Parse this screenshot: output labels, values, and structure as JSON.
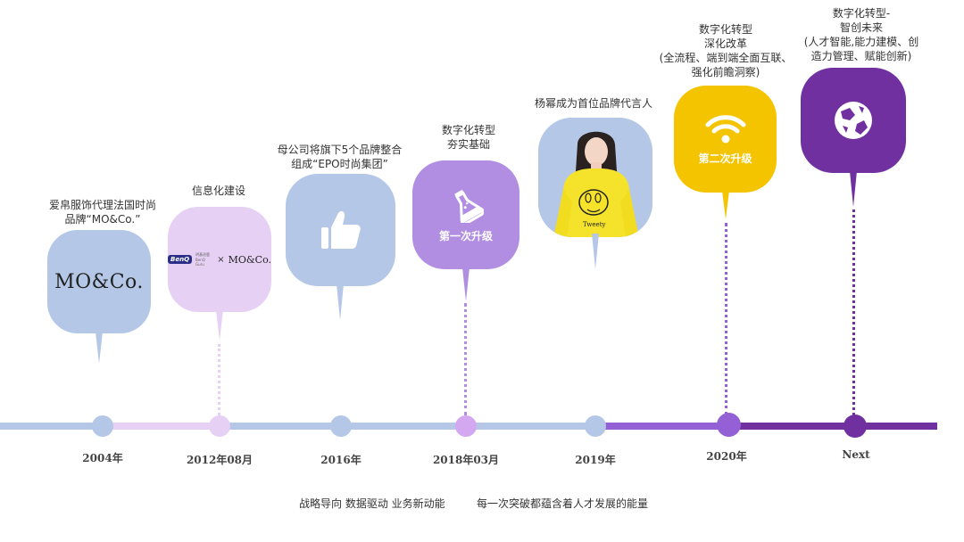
{
  "milestones": [
    {
      "year": "2004年",
      "caption": [
        "爱帛服饰代理法国时尚",
        "品牌“MO&Co.”"
      ],
      "logo_text": "MO&Co."
    },
    {
      "year": "2012年08月",
      "caption": [
        "信息化建设"
      ],
      "partner_logo": "BenQ",
      "partner_sub": "明基逐鹿 BenQ Guru",
      "cross": "×",
      "logo_text": "MO&Co."
    },
    {
      "year": "2016年",
      "caption": [
        "母公司将旗下5个品牌整合",
        "组成“EPO时尚集团”"
      ],
      "icon": "thumbs-up-icon"
    },
    {
      "year": "2018年03月",
      "caption": [
        "数字化转型",
        "夯实基础"
      ],
      "icon": "flask-icon",
      "label": "第一次升级"
    },
    {
      "year": "2019年",
      "caption": [
        "杨幂成为首位品牌代言人"
      ],
      "image": "spokesperson-photo",
      "shirt_text": "Tweety"
    },
    {
      "year": "2020年",
      "caption": [
        "数字化转型",
        "深化改革",
        "(全流程、端到端全面互联、",
        "强化前瞻洞察)"
      ],
      "icon": "wifi-icon",
      "label": "第二次升级"
    },
    {
      "year": "Next",
      "caption": [
        "数字化转型-",
        "智创未来",
        "(人才智能,能力建模、创",
        "造力管理、赋能创新)"
      ],
      "icon": "globe-icon"
    }
  ],
  "slogan": {
    "left": "战略导向  数据驱动  业务新动能",
    "right": "每一次突破都蕴含着人才发展的能量"
  },
  "colors": {
    "blue": "#b4c7e7",
    "lavender": "#e6d1f5",
    "purple_light": "#b18ee2",
    "yellow": "#f5c400",
    "purple_dark": "#7030a0",
    "line_blue": "#b4c7e7",
    "line_purple": "#7d3cc8"
  }
}
